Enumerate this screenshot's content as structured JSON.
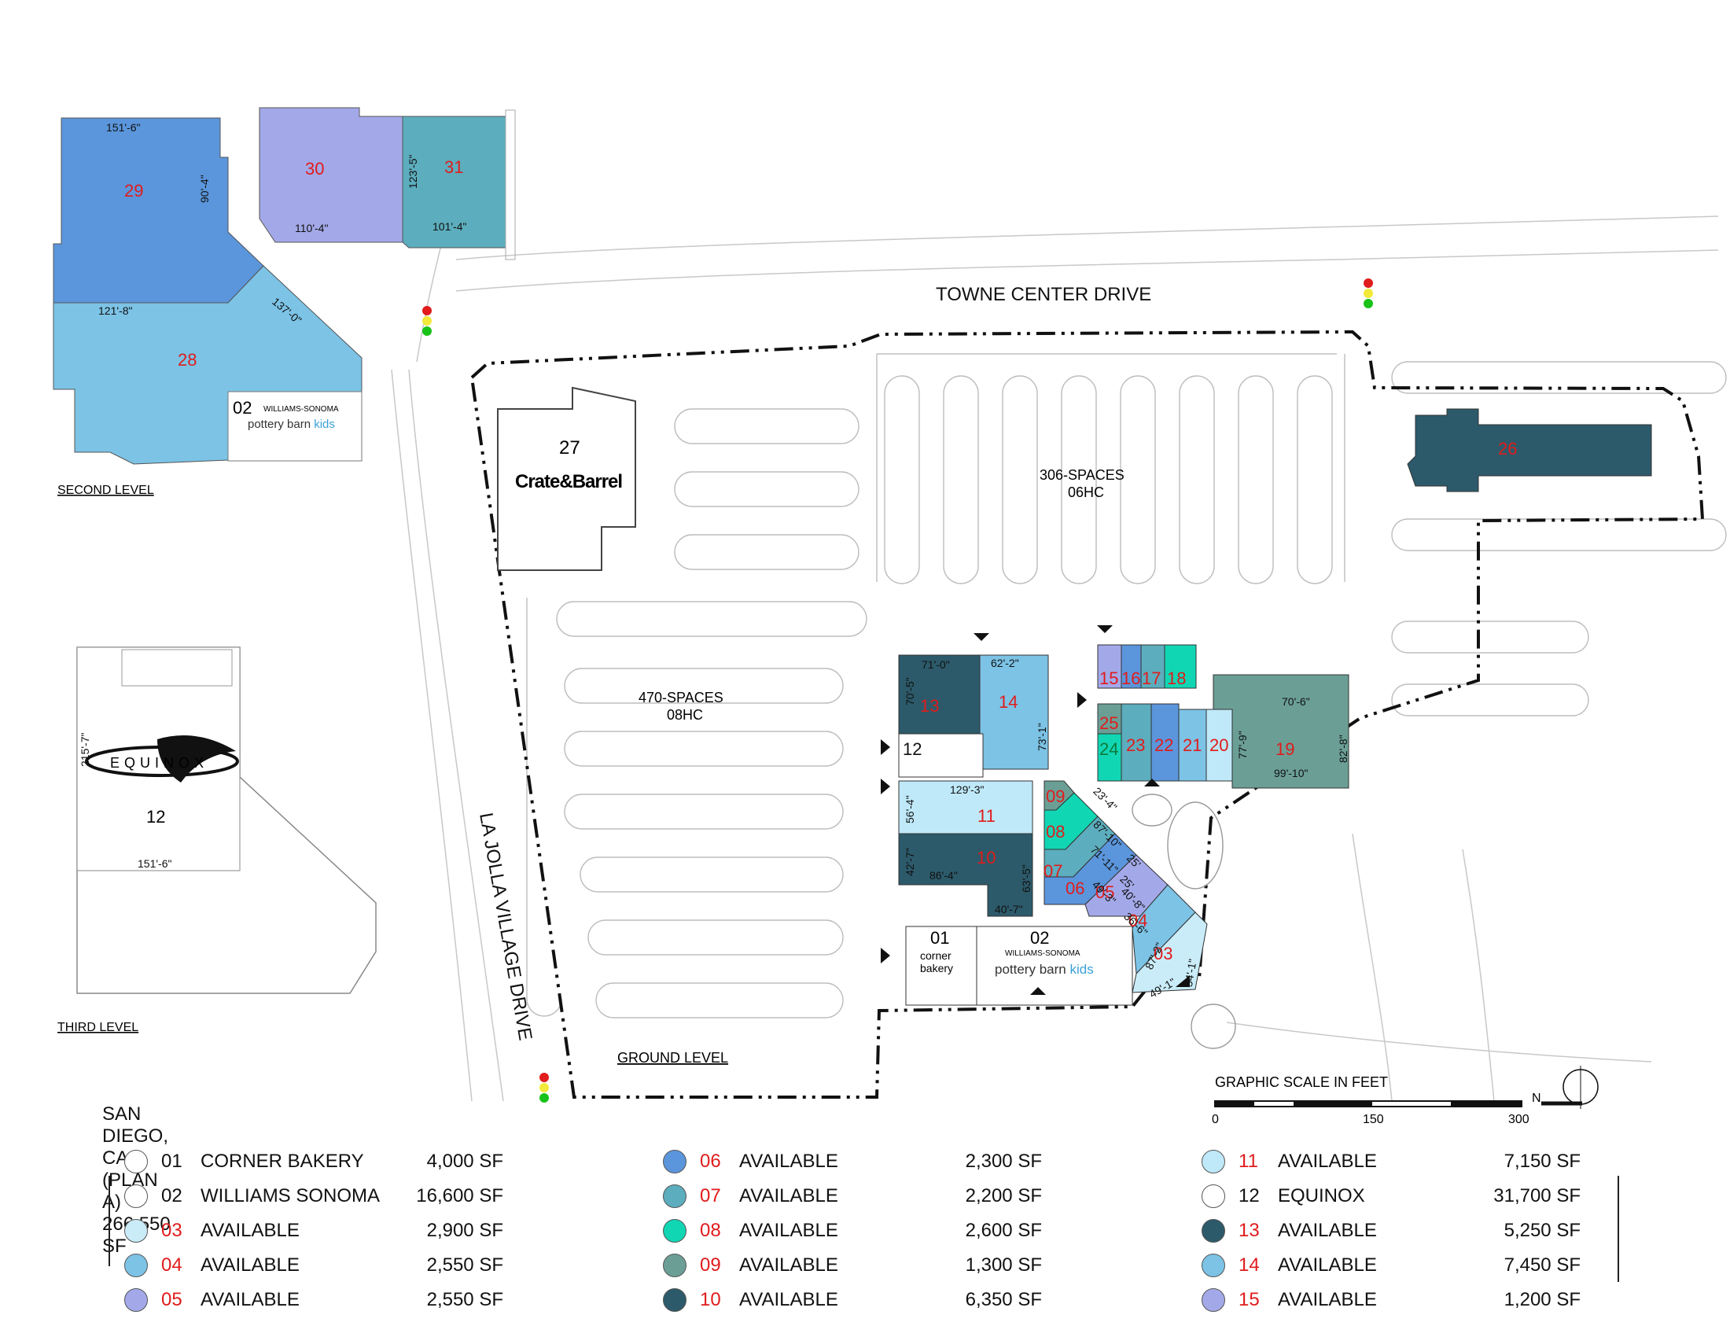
{
  "colors": {
    "c03": "#c9ecf8",
    "c04": "#7cc3e6",
    "c05": "#a3a9e8",
    "c06": "#5b96dc",
    "c07": "#5cadbd",
    "c08": "#11d6b4",
    "c09": "#6b9f96",
    "c10": "#2c5a6a",
    "c11": "#bfe9f9",
    "c13": "#2c5a6a",
    "c14": "#7cc3e6",
    "c15": "#a3a9e8",
    "boundary": "#111111",
    "red_text": "#e01c1c"
  },
  "map": {
    "roads": {
      "towne_center": "TOWNE CENTER DRIVE",
      "la_jolla": "LA JOLLA VILLAGE DRIVE"
    },
    "levels": {
      "second": "SECOND LEVEL",
      "third": "THIRD LEVEL",
      "ground": "GROUND LEVEL"
    },
    "parking": {
      "north_spaces": "306-SPACES",
      "north_hc": "06HC",
      "west_spaces": "470-SPACES",
      "west_hc": "08HC"
    },
    "tenants": {
      "crate_number": "27",
      "crate_logo": "Crate&Barrel",
      "equinox_number": "12",
      "equinox_logo": "EQUINOX",
      "ws_brand": "WILLIAMS-SONOMA",
      "pbk_main": "pottery barn",
      "pbk_kids": "kids",
      "cb_line1": "corner",
      "cb_line2": "bakery"
    },
    "units": {
      "u01": "01",
      "u02": "02",
      "u03": "03",
      "u04": "04",
      "u05": "05",
      "u06": "06",
      "u07": "07",
      "u08": "08",
      "u09": "09",
      "u10": "10",
      "u11": "11",
      "u12": "12",
      "u13": "13",
      "u14": "14",
      "u15": "15",
      "u16": "16",
      "u17": "17",
      "u18": "18",
      "u19": "19",
      "u20": "20",
      "u21": "21",
      "u22": "22",
      "u23": "23",
      "u24": "24",
      "u25": "25",
      "u26": "26",
      "u28": "28",
      "u29": "29",
      "u30": "30",
      "u31": "31"
    },
    "dims": {
      "d29w": "151'-6\"",
      "d29h": "90'-4\"",
      "d28w": "121'-8\"",
      "d28d": "137'-0\"",
      "d30w": "110'-4\"",
      "d31h": "123'-5\"",
      "d31w": "101'-4\"",
      "d12h": "215'-7\"",
      "d12w": "151'-6\"",
      "d13w": "71'-0\"",
      "d13h": "70'-5\"",
      "d14w": "62'-2\"",
      "d14h": "73'-1\"",
      "d19w": "70'-6\"",
      "d19b": "99'-10\"",
      "d19h": "82'-8\"",
      "d20h": "77'-9\"",
      "d11w": "129'-3\"",
      "d11h": "56'-4\"",
      "d10h1": "42'-7\"",
      "d10w": "86'-4\"",
      "d10h2": "63'-5\"",
      "d10b": "40'-7\"",
      "dd1": "23'-4\"",
      "dd2": "87'-10\"",
      "dd3": "25'",
      "dd4": "71'-11\"",
      "dd5": "25'",
      "dd6": "40'-8\"",
      "dd7": "49'-3\"",
      "dd8": "36'-6\"",
      "dd9": "87'-2\"",
      "dd10": "54'-1\"",
      "dd11": "49'-1\""
    },
    "scale": {
      "title": "GRAPHIC SCALE IN FEET",
      "t0": "0",
      "t150": "150",
      "t300": "300",
      "north": "N"
    }
  },
  "legend": {
    "title": "SAN DIEGO, CA (PLAN A) - 266,550 SF",
    "items": [
      {
        "num": "01",
        "name": "CORNER BAKERY",
        "sf": "4,000 SF",
        "color": "#ffffff",
        "red": false
      },
      {
        "num": "02",
        "name": "WILLIAMS SONOMA",
        "sf": "16,600 SF",
        "color": "#ffffff",
        "red": false
      },
      {
        "num": "03",
        "name": "AVAILABLE",
        "sf": "2,900 SF",
        "color": "#c9ecf8",
        "red": true
      },
      {
        "num": "04",
        "name": "AVAILABLE",
        "sf": "2,550 SF",
        "color": "#7cc3e6",
        "red": true
      },
      {
        "num": "05",
        "name": "AVAILABLE",
        "sf": "2,550 SF",
        "color": "#a3a9e8",
        "red": true
      },
      {
        "num": "06",
        "name": "AVAILABLE",
        "sf": "2,300 SF",
        "color": "#5b96dc",
        "red": true
      },
      {
        "num": "07",
        "name": "AVAILABLE",
        "sf": "2,200 SF",
        "color": "#5cadbd",
        "red": true
      },
      {
        "num": "08",
        "name": "AVAILABLE",
        "sf": "2,600 SF",
        "color": "#11d6b4",
        "red": true
      },
      {
        "num": "09",
        "name": "AVAILABLE",
        "sf": "1,300 SF",
        "color": "#6b9f96",
        "red": true
      },
      {
        "num": "10",
        "name": "AVAILABLE",
        "sf": "6,350 SF",
        "color": "#2c5a6a",
        "red": true
      },
      {
        "num": "11",
        "name": "AVAILABLE",
        "sf": "7,150 SF",
        "color": "#bfe9f9",
        "red": true
      },
      {
        "num": "12",
        "name": "EQUINOX",
        "sf": "31,700 SF",
        "color": "#ffffff",
        "red": false
      },
      {
        "num": "13",
        "name": "AVAILABLE",
        "sf": "5,250 SF",
        "color": "#2c5a6a",
        "red": true
      },
      {
        "num": "14",
        "name": "AVAILABLE",
        "sf": "7,450 SF",
        "color": "#7cc3e6",
        "red": true
      },
      {
        "num": "15",
        "name": "AVAILABLE",
        "sf": "1,200 SF",
        "color": "#a3a9e8",
        "red": true
      }
    ]
  }
}
